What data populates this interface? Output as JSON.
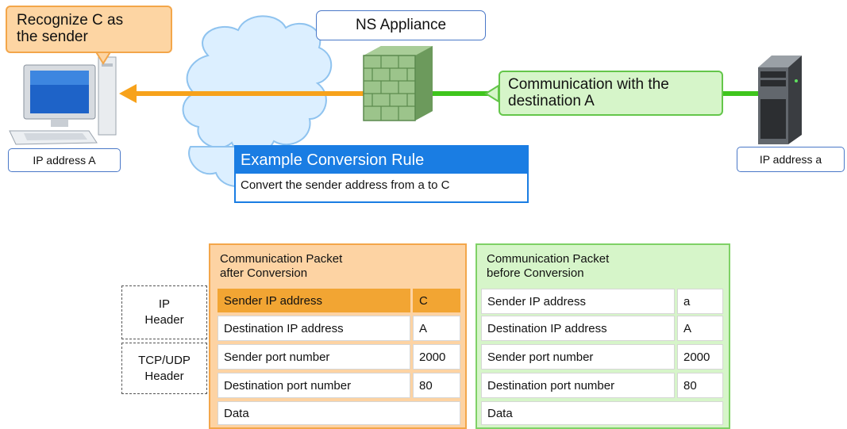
{
  "callouts": {
    "sender_recognition": "Recognize C as\nthe sender",
    "communication": "Communication with the\ndestination A"
  },
  "labels": {
    "ip_a_host": "IP address A",
    "ip_a_server": "IP address a",
    "appliance": "NS Appliance"
  },
  "rule": {
    "title": "Example Conversion Rule",
    "text": "Convert the sender address from a to C"
  },
  "headers": {
    "ip": "IP\nHeader",
    "tcp_udp": "TCP/UDP\nHeader"
  },
  "packets": {
    "after": {
      "title": "Communication Packet\nafter Conversion",
      "rows": [
        {
          "field": "Sender IP address",
          "value": "C"
        },
        {
          "field": "Destination IP address",
          "value": "A"
        },
        {
          "field": "Sender port number",
          "value": "2000"
        },
        {
          "field": "Destination port number",
          "value": "80"
        }
      ],
      "data": "Data"
    },
    "before": {
      "title": "Communication Packet\nbefore Conversion",
      "rows": [
        {
          "field": "Sender IP address",
          "value": "a"
        },
        {
          "field": "Destination IP address",
          "value": "A"
        },
        {
          "field": "Sender port number",
          "value": "2000"
        },
        {
          "field": "Destination port number",
          "value": "80"
        }
      ],
      "data": "Data"
    }
  },
  "colors": {
    "orange_arrow": "#f7a21b",
    "green_arrow": "#3fc51d",
    "rule_blue": "#1a7de3",
    "highlight": "#f2a533"
  }
}
